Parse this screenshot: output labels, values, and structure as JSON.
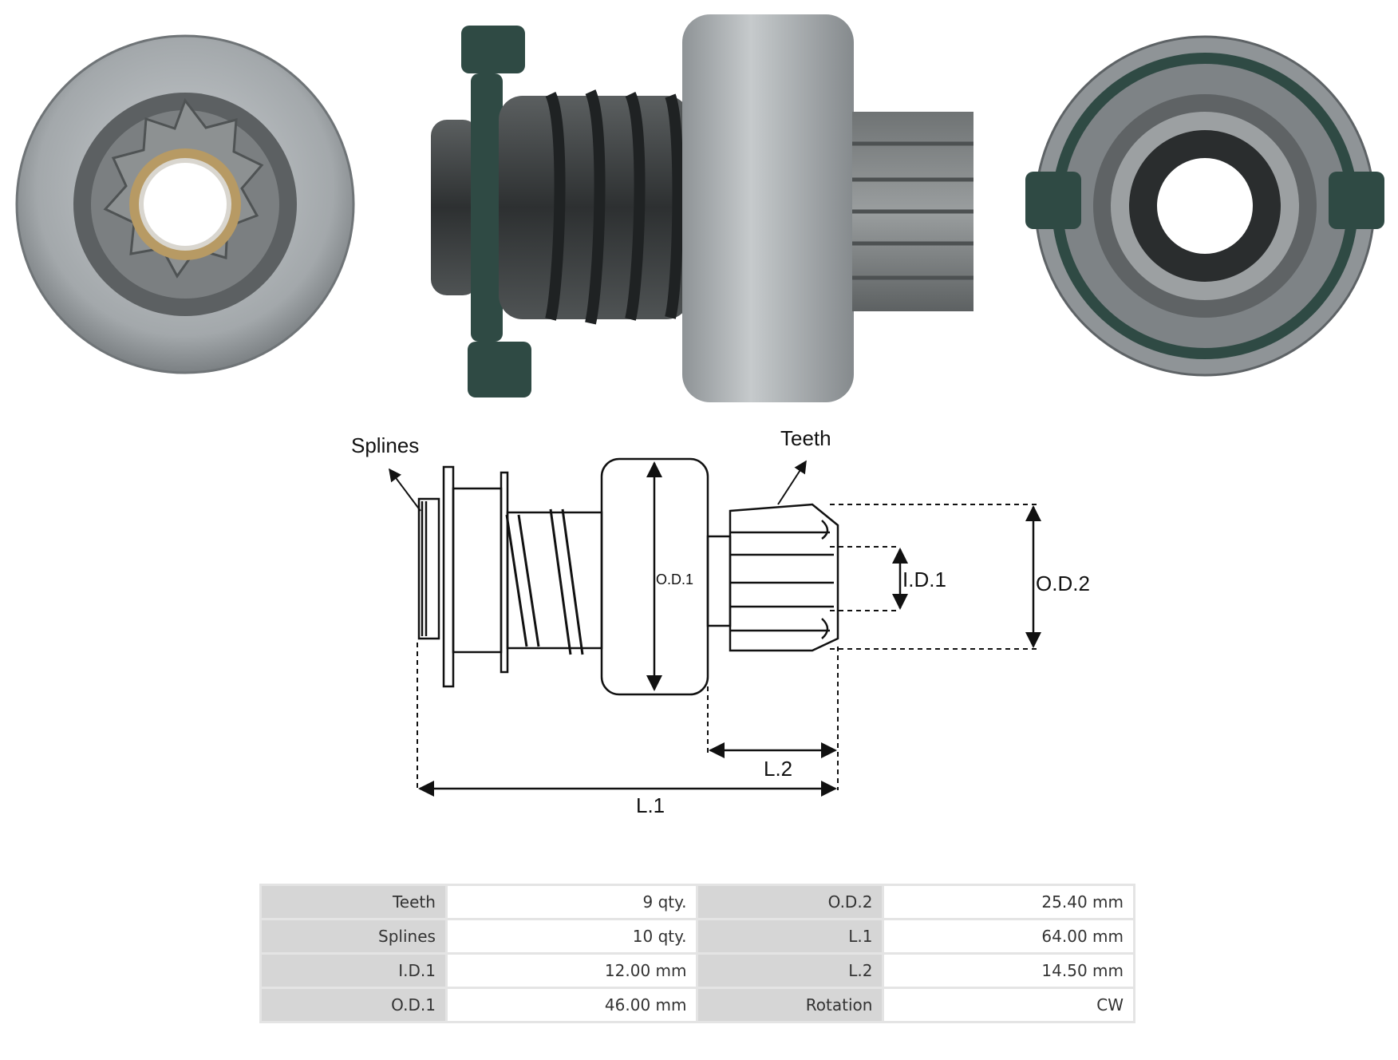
{
  "diagram": {
    "labels": {
      "splines": "Splines",
      "teeth": "Teeth",
      "od1": "O.D.1",
      "id1": "I.D.1",
      "od2": "O.D.2",
      "l2": "L.2",
      "l1": "L.1"
    }
  },
  "specs": {
    "rows": [
      {
        "label_left": "Teeth",
        "value_left": "9 qty.",
        "label_right": "O.D.2",
        "value_right": "25.40 mm"
      },
      {
        "label_left": "Splines",
        "value_left": "10 qty.",
        "label_right": "L.1",
        "value_right": "64.00 mm"
      },
      {
        "label_left": "I.D.1",
        "value_left": "12.00 mm",
        "label_right": "L.2",
        "value_right": "14.50 mm"
      },
      {
        "label_left": "O.D.1",
        "value_left": "46.00 mm",
        "label_right": "Rotation",
        "value_right": "CW"
      }
    ]
  },
  "colors": {
    "metal": "#a9adb0",
    "dark_metal": "#4a4d4f",
    "green_gasket": "#2f4a44",
    "table_label_bg": "#d6d6d6"
  }
}
